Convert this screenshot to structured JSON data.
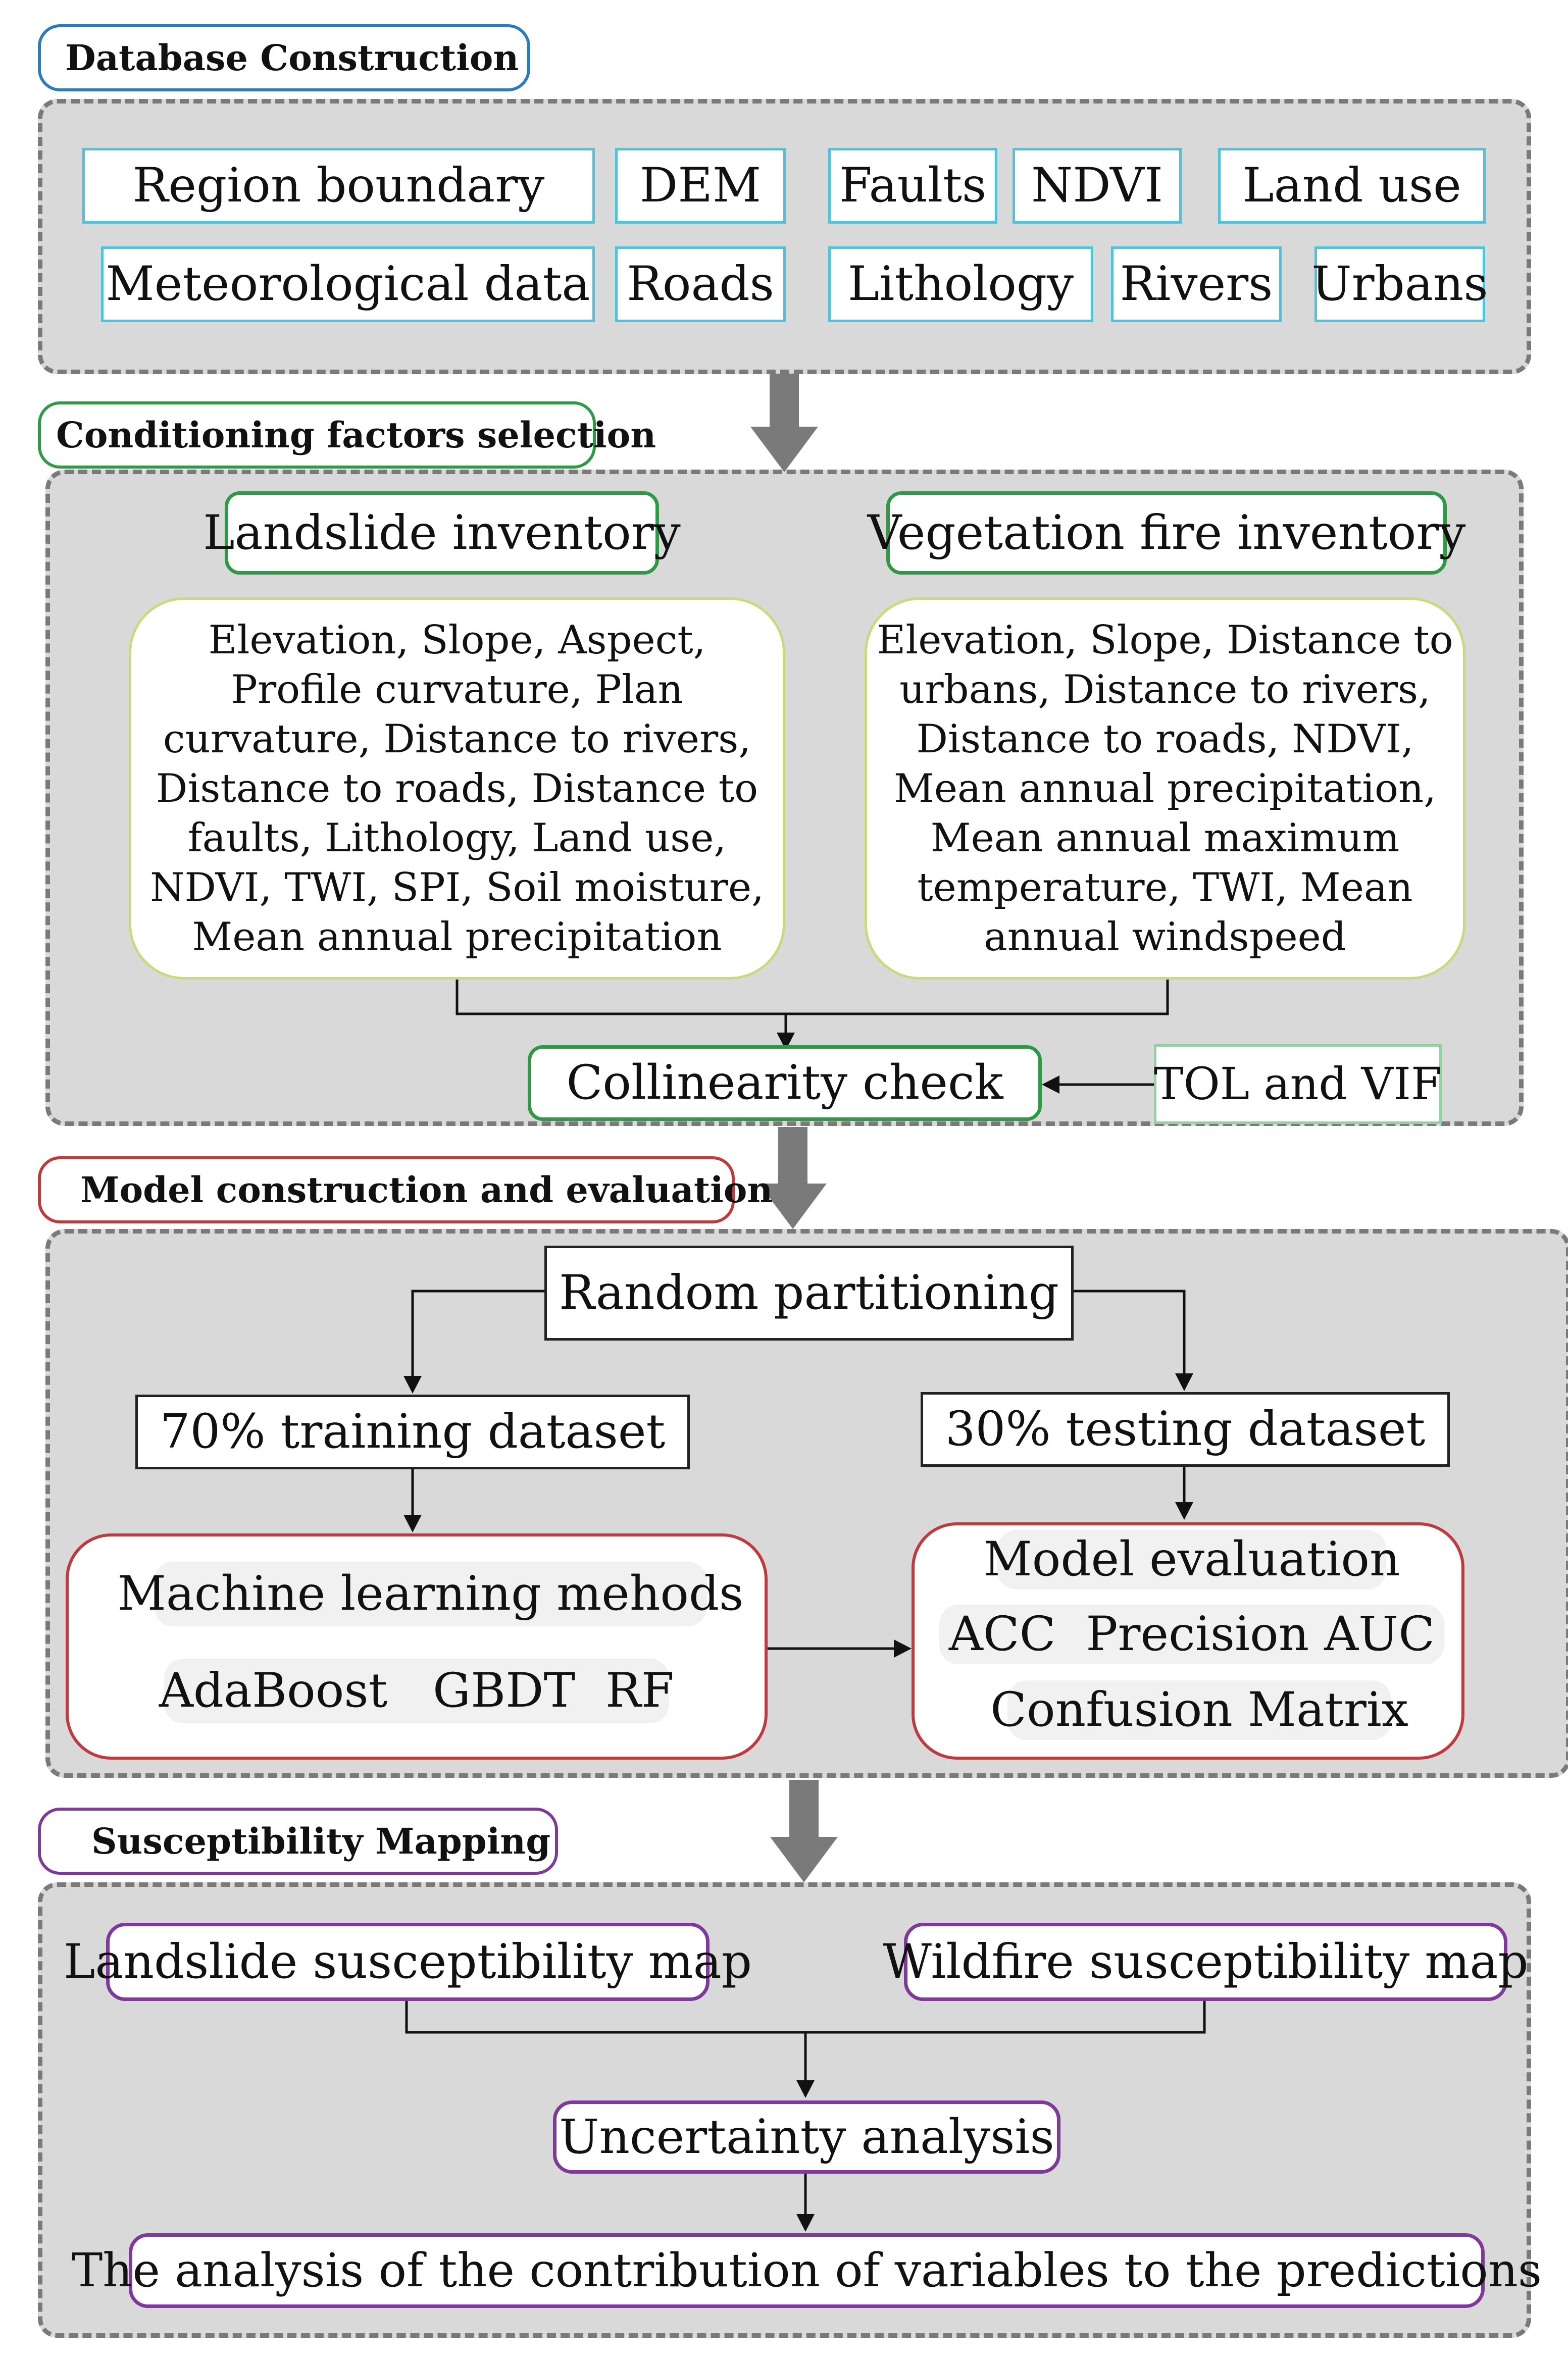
{
  "section_labels": {
    "database": "Database Construction",
    "conditioning": "Conditioning factors selection",
    "model": "Model construction and evaluation",
    "mapping": "Susceptibility Mapping"
  },
  "database": {
    "region_boundary": "Region  boundary",
    "dem": "DEM",
    "faults": "Faults",
    "ndvi": "NDVI",
    "land_use": "Land use",
    "meteorological_data": "Meteorological data",
    "roads": "Roads",
    "lithology": "Lithology",
    "rivers": "Rivers",
    "urbans": "Urbans"
  },
  "conditioning": {
    "landslide_inventory": "Landslide inventory",
    "vegetation_fire_inventory": "Vegetation fire inventory",
    "landslide_factors": "Elevation, Slope, Aspect, Profile curvature, Plan curvature, Distance to rivers, Distance to roads, Distance to faults, Lithology, Land use, NDVI, TWI, SPI, Soil moisture, Mean annual precipitation",
    "fire_factors": "Elevation, Slope, Distance to urbans, Distance to rivers, Distance to roads, NDVI, Mean annual precipitation, Mean annual maximum temperature, TWI, Mean annual windspeed",
    "collinearity_check": "Collinearity check",
    "tol_vif": "TOL and VIF"
  },
  "model": {
    "random_partitioning": "Random partitioning",
    "training": "70% training dataset",
    "testing": "30% testing dataset",
    "ml_methods": "Machine learning mehods",
    "algorithms": "AdaBoost   GBDT  RF",
    "model_evaluation": "Model evaluation",
    "metrics": "ACC  Precision AUC",
    "confusion_matrix": "Confusion Matrix"
  },
  "mapping": {
    "landslide_map": "Landslide susceptibility map",
    "wildfire_map": "Wildfire susceptibility map",
    "uncertainty": "Uncertainty analysis",
    "contribution": "The analysis of the contribution of variables to the predictions"
  },
  "colors": {
    "database_accent": "#2b7bbf",
    "conditioning_accent": "#2f9a45",
    "model_accent": "#c0393b",
    "mapping_accent": "#7d3a99",
    "panel_fill": "#d9d9d9"
  }
}
